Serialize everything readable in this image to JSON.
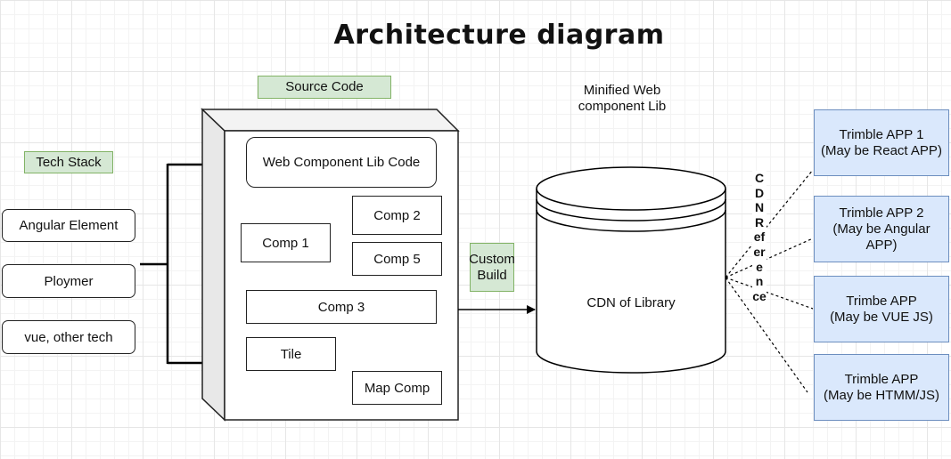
{
  "title": "Architecture diagram",
  "tech_stack": {
    "label": "Tech Stack",
    "items": [
      "Angular Element",
      "Ploymer",
      "vue, other tech"
    ]
  },
  "source_code": {
    "label": "Source Code",
    "lib_code": "Web Component Lib Code",
    "comp1": "Comp 1",
    "comp2": "Comp 2",
    "comp5": "Comp 5",
    "comp3": "Comp 3",
    "tile": "Tile",
    "map_comp": "Map Comp"
  },
  "custom_build": "Custom Build",
  "minified_label": "Minified Web component Lib",
  "cdn": "CDN of Library",
  "cdn_reference": "CDN Reference",
  "apps": [
    {
      "name": "Trimble APP 1",
      "note": "(May be React APP)"
    },
    {
      "name": "Trimble APP 2",
      "note": "(May be Angular APP)"
    },
    {
      "name": "Trimbe APP",
      "note": "(May be  VUE JS)"
    },
    {
      "name": "Trimble APP",
      "note": "(May be HTMM/JS)"
    }
  ]
}
